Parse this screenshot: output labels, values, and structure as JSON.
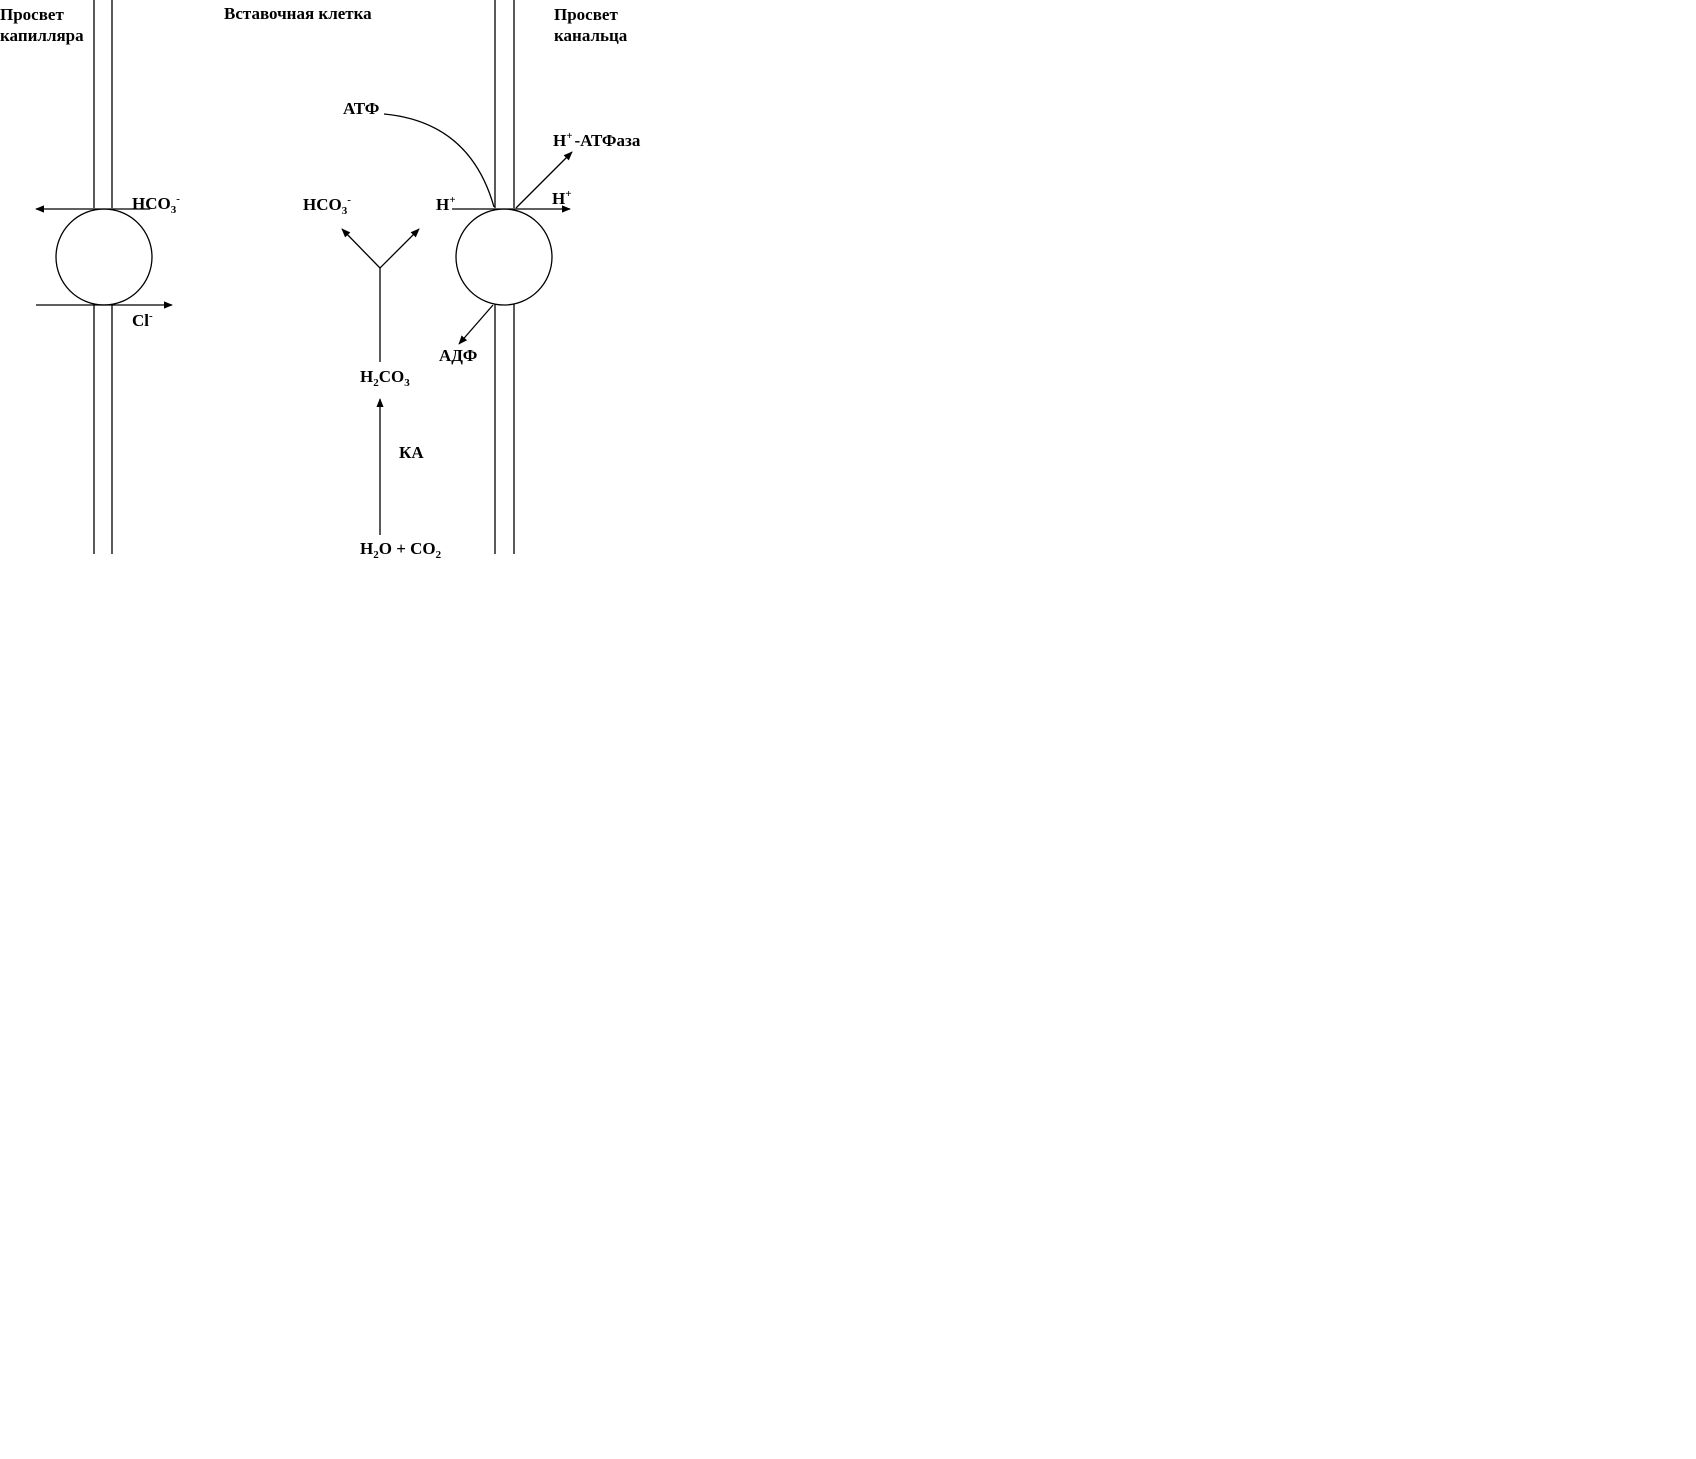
{
  "headers": {
    "capillary_line1": "Просвет",
    "capillary_line2": "капилляра",
    "cell": "Вставочная клетка",
    "tubule_line1": "Просвет",
    "tubule_line2": "канальца"
  },
  "labels": {
    "atp": "АТФ",
    "atpase_h": "H",
    "atpase_sup": "+",
    "atpase_rest": "-АТФаза",
    "hco3_left_main": "HCO",
    "hco3_left_sub": "3",
    "hco3_left_sup": "-",
    "cl_main": "Cl",
    "cl_sup": "-",
    "hco3_mid_main": "HCO",
    "hco3_mid_sub": "3",
    "hco3_mid_sup": "-",
    "h_in_main": "H",
    "h_in_sup": "+",
    "h_out_main": "H",
    "h_out_sup": "+",
    "adp": "АДФ",
    "h2co3_h": "H",
    "h2co3_sub1": "2",
    "h2co3_co": "CO",
    "h2co3_sub2": "3",
    "ka": "КА",
    "water_h": "H",
    "water_sub1": "2",
    "water_rest": "O + CO",
    "water_sub2": "2"
  }
}
